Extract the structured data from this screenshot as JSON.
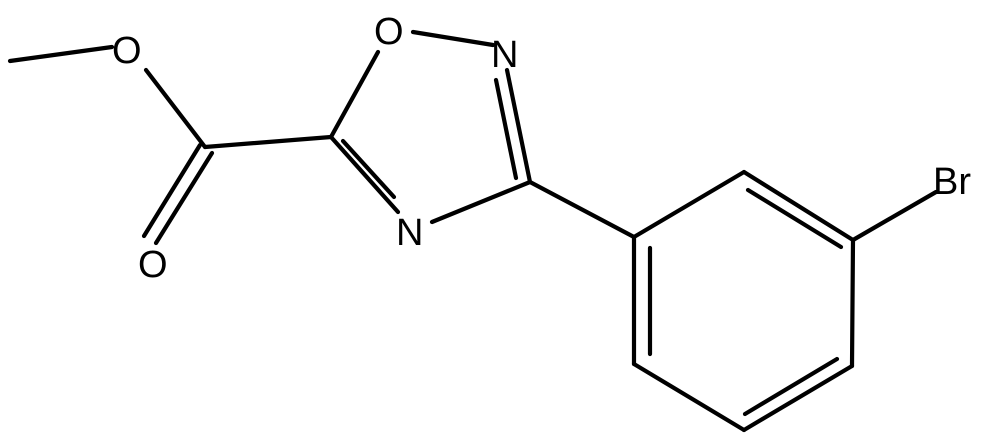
{
  "molecule": {
    "atoms": {
      "ether_oxygen": "O",
      "carbonyl_oxygen": "O",
      "ring_oxygen": "O",
      "ring_nitrogen_top": "N",
      "ring_nitrogen_bottom": "N",
      "bromine": "Br"
    }
  },
  "colors": {
    "bond": "#000000",
    "label": "#000000",
    "background": "#ffffff"
  }
}
